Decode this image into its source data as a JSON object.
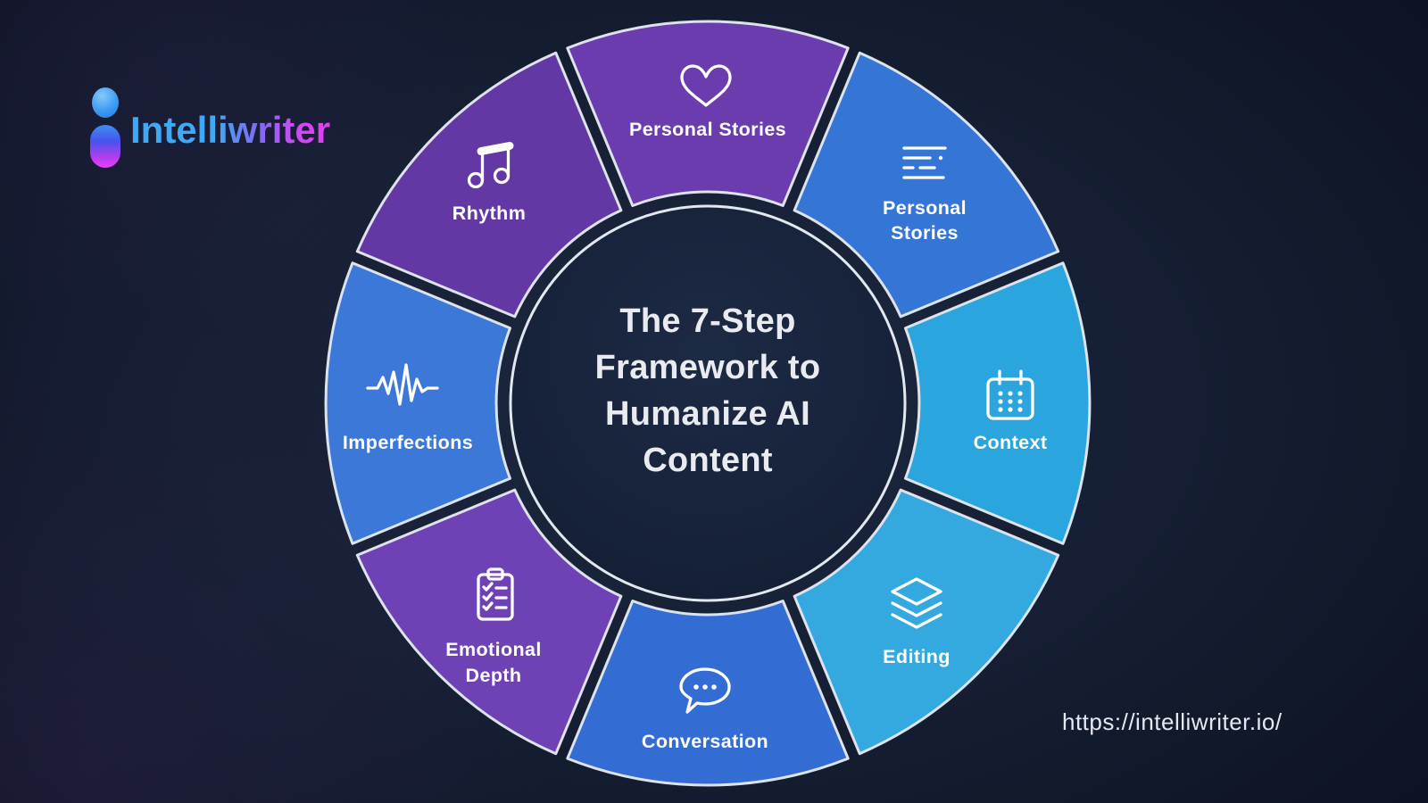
{
  "logo": {
    "name": "Intelliwriter"
  },
  "site_url": "https://intelliwriter.io/",
  "center": {
    "title": "The 7-Step Framework to Humanize AI Content",
    "title_lines": [
      "The 7-Step",
      "Framework to",
      "Humanize AI",
      "Content"
    ]
  },
  "wheel": {
    "segments": [
      {
        "label": "Personal Stories",
        "lines": [
          "Personal Stories"
        ],
        "icon": "heart-icon",
        "color": "#6A3CAD"
      },
      {
        "label": "Personal Stories",
        "lines": [
          "Personal",
          "Stories"
        ],
        "icon": "text-lines-icon",
        "color": "#3475D5"
      },
      {
        "label": "Context",
        "lines": [
          "Context"
        ],
        "icon": "calendar-icon",
        "color": "#2BA5DE"
      },
      {
        "label": "Editing",
        "lines": [
          "Editing"
        ],
        "icon": "layers-icon",
        "color": "#33A9DF"
      },
      {
        "label": "Conversation",
        "lines": [
          "Conversation"
        ],
        "icon": "chat-bubble-icon",
        "color": "#336CD2"
      },
      {
        "label": "Emotional Depth",
        "lines": [
          "Emotional",
          "Depth"
        ],
        "icon": "clipboard-checklist-icon",
        "color": "#6E42B4"
      },
      {
        "label": "Imperfections",
        "lines": [
          "Imperfections"
        ],
        "icon": "waveform-icon",
        "color": "#3C78D8"
      },
      {
        "label": "Rhythm",
        "lines": [
          "Rhythm"
        ],
        "icon": "music-note-icon",
        "color": "#6338A5"
      }
    ]
  },
  "colors": {
    "background": "#141C2F",
    "segment_border": "#DDE3EC",
    "center_circle": "#17213A",
    "label_text": "#FFFFFF",
    "title_text": "#E9EBF0",
    "brand_blue": "#3FA9F5",
    "brand_magenta": "#E83AF5"
  }
}
